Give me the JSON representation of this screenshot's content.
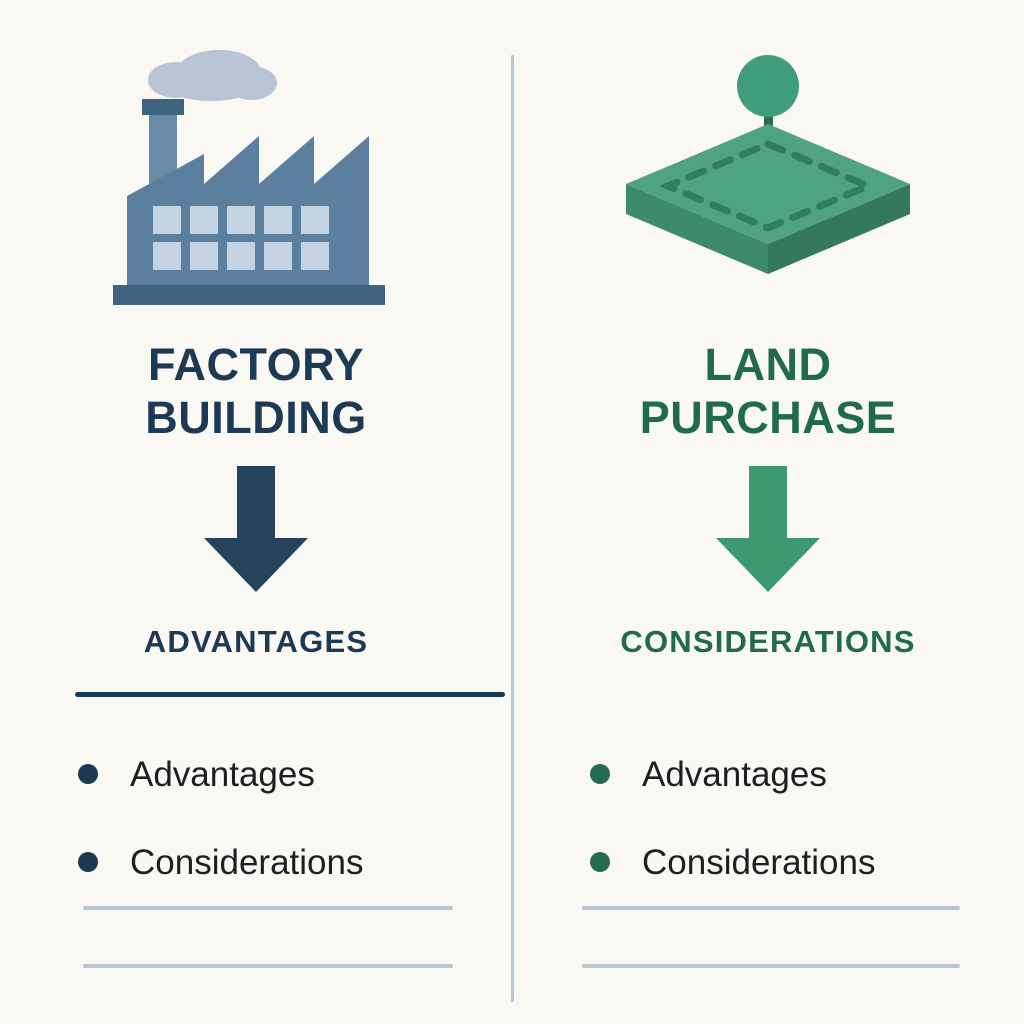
{
  "theme": {
    "background": "#faf8f2",
    "navy": "#1d3a54",
    "navy_rule": "#173a56",
    "green": "#1f6b4a",
    "green_rule": "#21664a",
    "divider": "#b9c6d4",
    "factory_body": "#5b7f9e",
    "factory_dark": "#3f6480",
    "factory_window": "#c5d4e2",
    "cloud": "#b6c4d4",
    "land_top": "#4fa383",
    "land_side": "#3d8a6c",
    "tree_crown": "#3f9c7c",
    "tree_trunk": "#2c6b52"
  },
  "columns": [
    {
      "id": "factory",
      "icon": "factory-icon",
      "title": "FACTORY\nBUILDING",
      "title_line1": "FACTORY",
      "title_line2": "BUILDING",
      "arrow": "down-arrow-icon",
      "section_heading": "ADVANTAGES",
      "bullets": [
        {
          "label": "Advantages"
        },
        {
          "label": "Considerations"
        }
      ],
      "placeholder_line_count": 2
    },
    {
      "id": "land",
      "icon": "land-plot-icon",
      "title": "LAND\nPURCHASE",
      "title_line1": "LAND",
      "title_line2": "PURCHASE",
      "arrow": "down-arrow-icon",
      "section_heading": "CONSIDERATIONS",
      "bullets": [
        {
          "label": "Advantages"
        },
        {
          "label": "Considerations"
        }
      ],
      "placeholder_line_count": 2
    }
  ]
}
